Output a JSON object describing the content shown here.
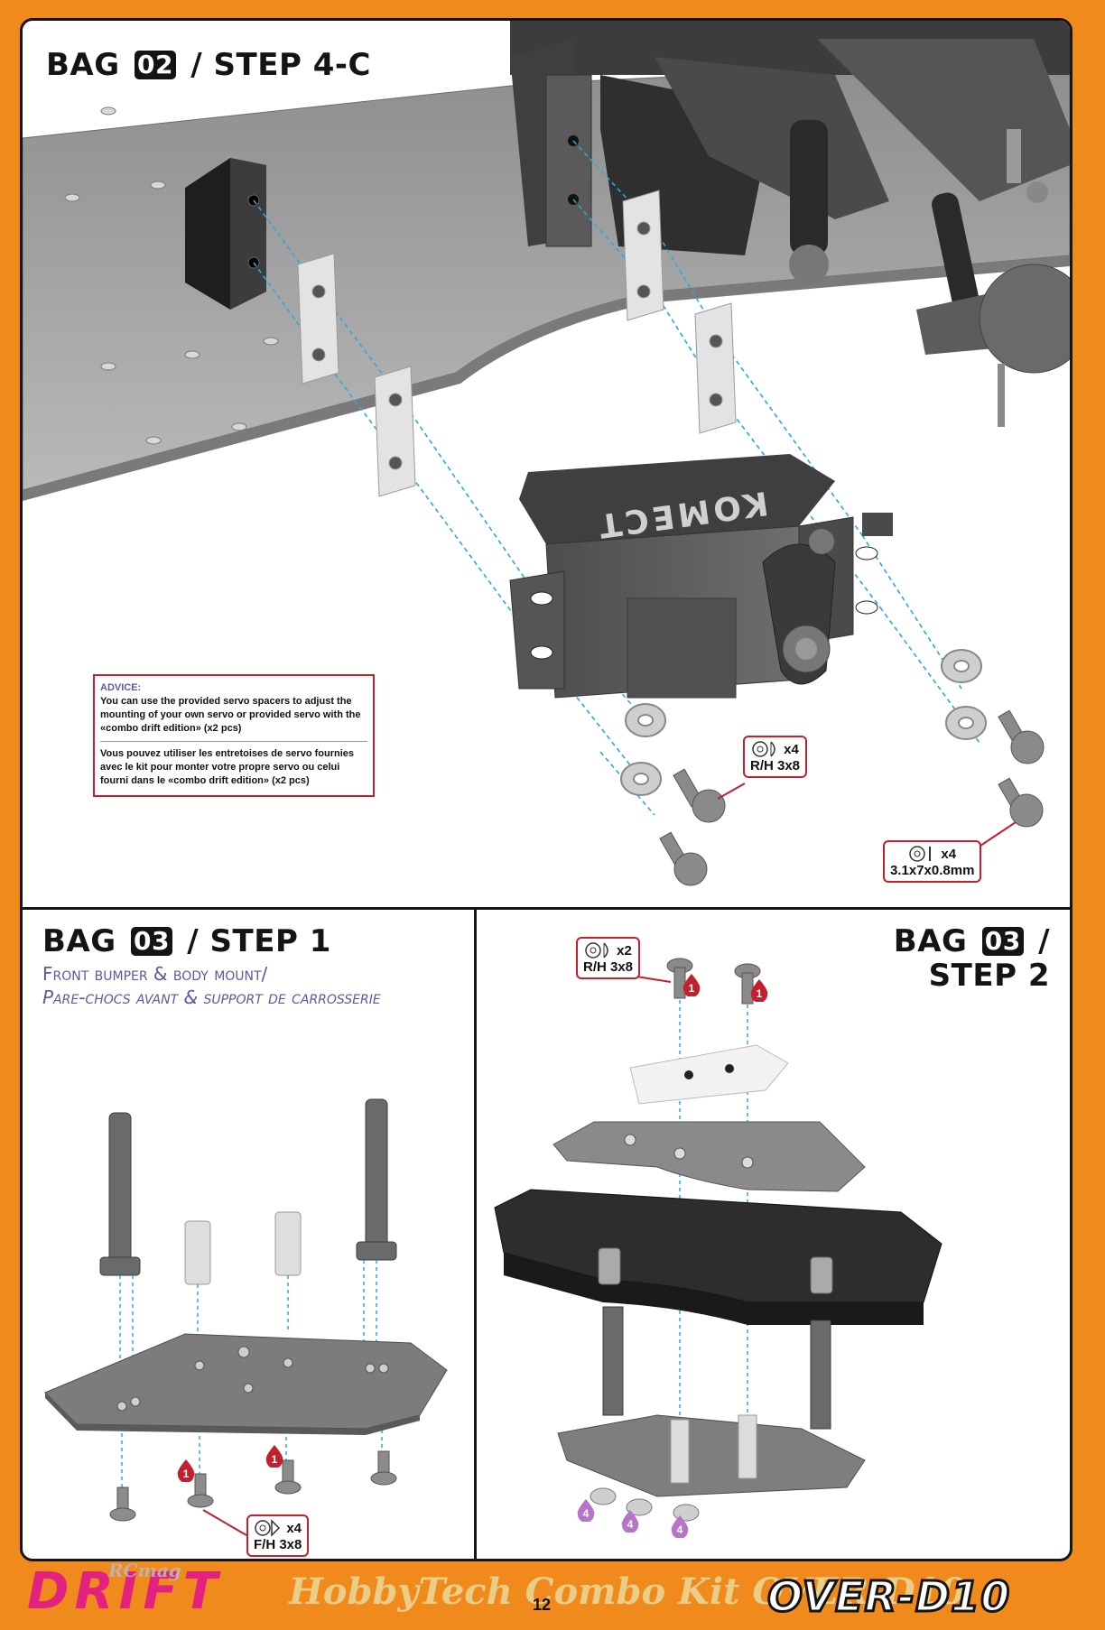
{
  "step_4c": {
    "title_bag": "BAG",
    "title_bag_num": "02",
    "title_step": "/ STEP 4-C",
    "servo_label": "KOMECT",
    "advice": {
      "heading": "ADVICE:",
      "text_en": "You can use the provided servo spacers to adjust the mounting of your own servo or provided servo with the «combo drift edition» (x2 pcs)",
      "text_fr": "Vous pouvez utiliser les entretoises de servo fournies avec le kit pour monter votre propre servo ou celui fourni dans le «combo drift edition» (x2 pcs)"
    },
    "callout_screw": {
      "qty": "x4",
      "part": "R/H 3x8"
    },
    "callout_washer": {
      "qty": "x4",
      "part": "3.1x7x0.8mm"
    }
  },
  "step_1": {
    "title_bag": "BAG",
    "title_bag_num": "03",
    "title_step": "/ STEP 1",
    "subtitle_en": "Front bumper & body mount/",
    "subtitle_fr": "Pare-chocs avant & support de carrosserie",
    "callout_screw": {
      "qty": "x4",
      "part": "F/H 3x8"
    },
    "badge": "1"
  },
  "step_2": {
    "title_line1_bag": "BAG",
    "title_line1_num": "03",
    "title_line1_slash": "/",
    "title_line2": "STEP 2",
    "callout_screw": {
      "qty": "x2",
      "part": "R/H 3x8"
    },
    "badge_screw": "1",
    "badge_nut": "4"
  },
  "footer": {
    "brand_left": "DRIFT",
    "rcmag": "RCmag",
    "watermark": "HobbyTech Combo Kit OVER-D10",
    "page_number": "12",
    "brand_right": "OVER-D10"
  },
  "colors": {
    "page_border": "#f08a1c",
    "callout_red": "#c3202e",
    "subtitle_purple": "#5b5aa0",
    "drift_pink": "#e3217f",
    "guide_blue": "#29a8e0"
  }
}
